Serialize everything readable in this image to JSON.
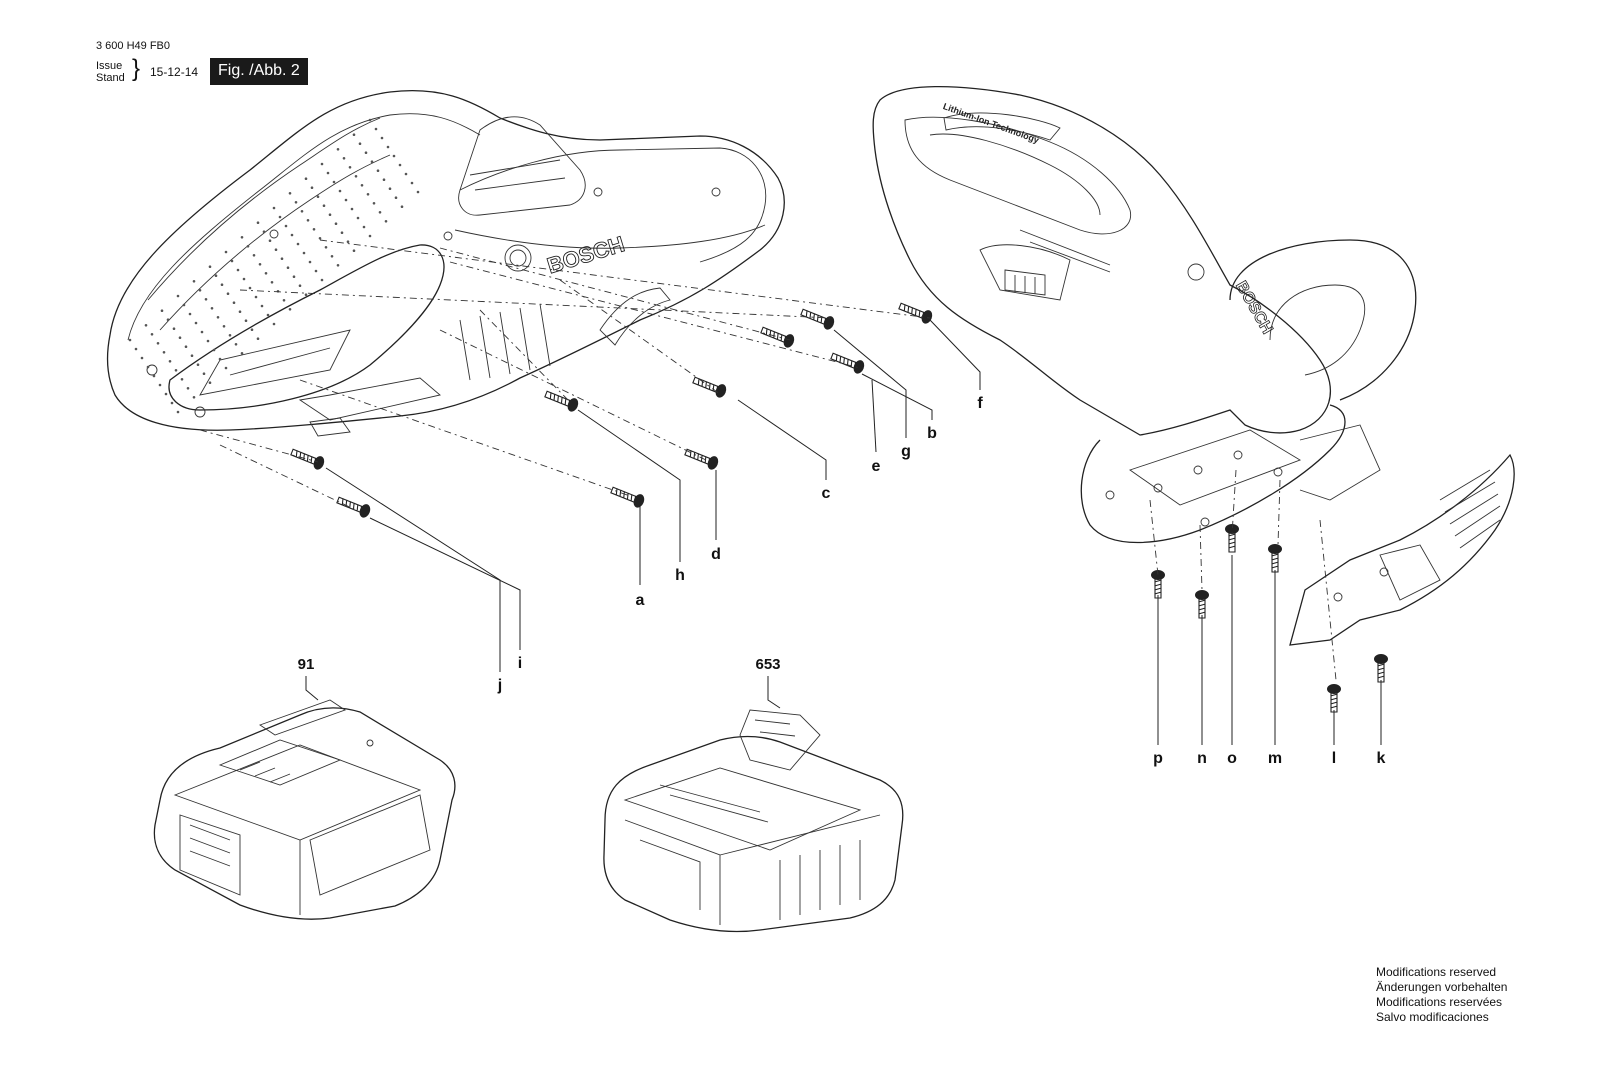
{
  "header": {
    "doc_number": "3 600 H49 FB0",
    "issue_label": "Issue",
    "stand_label": "Stand",
    "issue_date": "15-12-14",
    "figure_label": "Fig. /Abb. 2"
  },
  "housing": {
    "brand": "BOSCH",
    "handle_text": "Lithium-Ion Technology"
  },
  "callouts": {
    "a": "a",
    "b": "b",
    "c": "c",
    "d": "d",
    "e": "e",
    "f": "f",
    "g": "g",
    "h": "h",
    "i": "i",
    "j": "j",
    "k": "k",
    "l": "l",
    "m": "m",
    "n": "n",
    "o": "o",
    "p": "p"
  },
  "parts": {
    "battery": "91",
    "charger": "653"
  },
  "footer": {
    "modifications": [
      "Modifications reserved",
      "Änderungen vorbehalten",
      "Modifications reservées",
      "Salvo modificaciones"
    ]
  }
}
